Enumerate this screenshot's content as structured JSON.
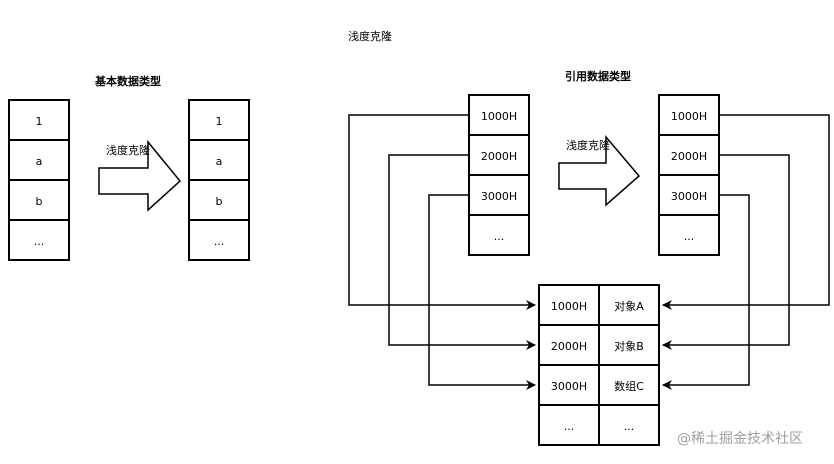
{
  "title": "浅度克隆",
  "left": {
    "heading": "基本数据类型",
    "arrow_label": "浅度克隆",
    "source_cells": [
      "1",
      "a",
      "b",
      "..."
    ],
    "target_cells": [
      "1",
      "a",
      "b",
      "..."
    ]
  },
  "right": {
    "heading": "引用数据类型",
    "arrow_label": "浅度克隆",
    "source_cells": [
      "1000H",
      "2000H",
      "3000H",
      "..."
    ],
    "target_cells": [
      "1000H",
      "2000H",
      "3000H",
      "..."
    ],
    "heap": {
      "addresses": [
        "1000H",
        "2000H",
        "3000H",
        "..."
      ],
      "objects": [
        "对象A",
        "对象B",
        "数组C",
        "..."
      ]
    }
  },
  "watermark": "@稀土掘金技术社区"
}
